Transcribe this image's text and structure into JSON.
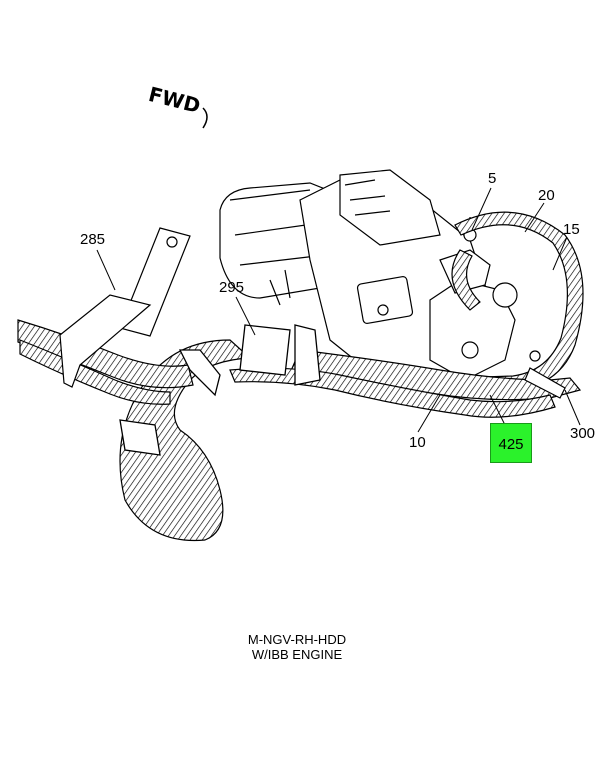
{
  "orientation_label": "FWD",
  "callouts": {
    "c5": "5",
    "c20": "20",
    "c15": "15",
    "c285": "285",
    "c295": "295",
    "c10": "10",
    "c425": "425",
    "c300": "300"
  },
  "highlight_color": "#2bf22b",
  "caption": {
    "line1": "M-NGV-RH-HDD",
    "line2": "W/IBB ENGINE"
  }
}
